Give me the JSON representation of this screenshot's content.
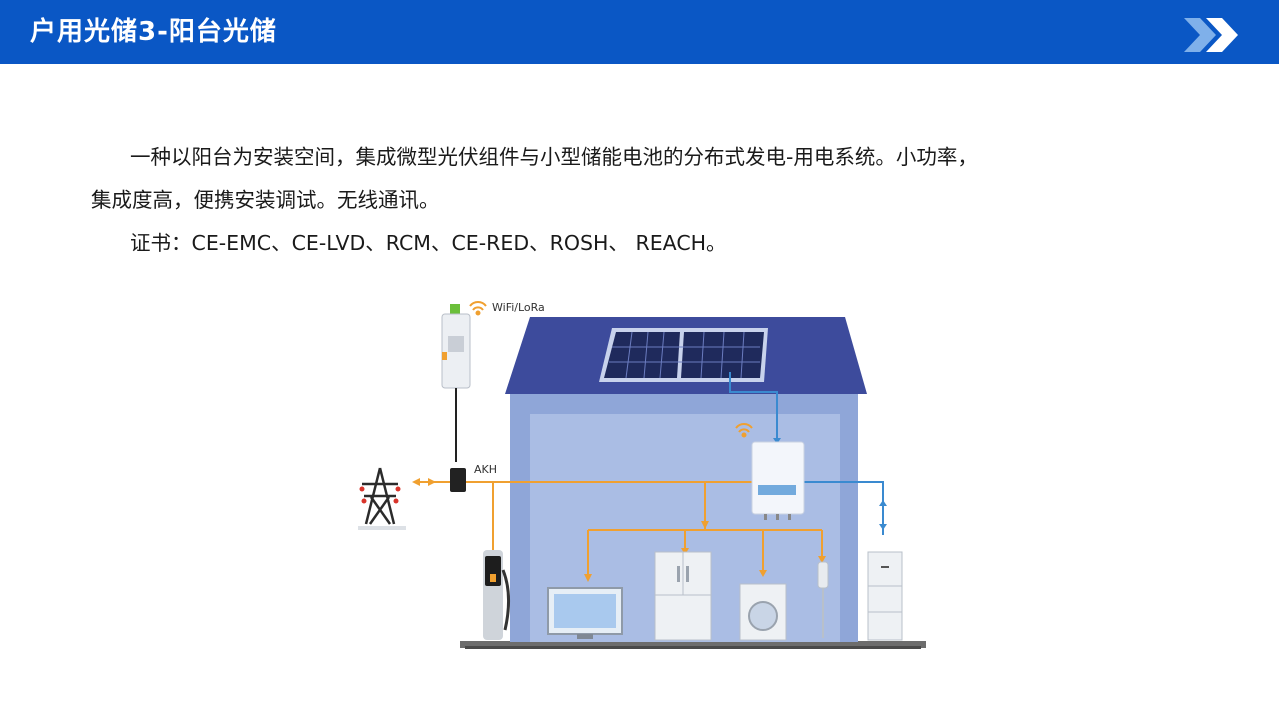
{
  "header": {
    "title": "户用光储3-阳台光储",
    "arrows_icon": "double-chevron-right-icon"
  },
  "body": {
    "paragraph1_line1": "一种以阳台为安装空间，集成微型光伏组件与小型储能电池的分布式发电-用电系统。小功率，",
    "paragraph1_line2": "集成度高，便携安装调试。无线通讯。",
    "certificates": "证书：CE-EMC、CE-LVD、RCM、CE-RED、ROSH、 REACH。"
  },
  "diagram": {
    "wifi_label": "WiFi/LoRa",
    "ct_label": "AKH",
    "colors": {
      "ac_line": "#f0a030",
      "dc_line": "#3a8ad0",
      "roof": "#3d4b9c",
      "house": "#8fa6d8",
      "house_inner": "#aabde4"
    }
  }
}
